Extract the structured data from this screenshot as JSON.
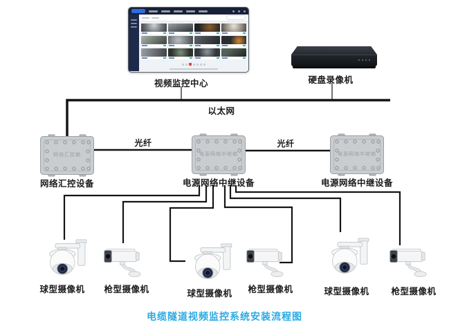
{
  "diagram": {
    "title": "电缆隧道视频监控系统安装流程图",
    "title_color": "#29abe2"
  },
  "monitoring_center": {
    "label": "视频监控中心"
  },
  "dvr": {
    "label": "硬盘录像机"
  },
  "links": {
    "ethernet": "以太网",
    "fiber_left": "光纤",
    "fiber_right": "光纤"
  },
  "junction_boxes": [
    {
      "label": "网络汇控设备",
      "panel_text": "网络汇控箱"
    },
    {
      "label": "电源网络中继设备",
      "panel_text": "电源网络中继箱"
    },
    {
      "label": "电源网络中继设备",
      "panel_text": "电源网络中继箱"
    }
  ],
  "cameras": [
    {
      "type": "dome",
      "label": "球型摄像机"
    },
    {
      "type": "bullet",
      "label": "枪型摄像机"
    },
    {
      "type": "dome",
      "label": "球型摄像机"
    },
    {
      "type": "bullet",
      "label": "枪型摄像机"
    },
    {
      "type": "dome",
      "label": "球型摄像机"
    },
    {
      "type": "bullet",
      "label": "枪型摄像机"
    }
  ],
  "colors": {
    "line": "#141414",
    "box_fill": "#c9cdd0",
    "box_border": "#9aa0a5",
    "pager_active": "#e4483b",
    "window_nav": "#172038",
    "window_logo": "#2e6bdf"
  }
}
